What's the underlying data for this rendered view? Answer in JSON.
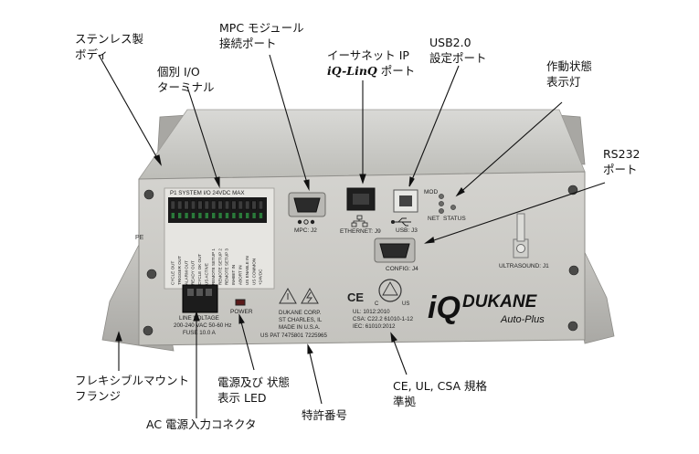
{
  "callouts": {
    "stainless_body": [
      "ステンレス製",
      "ボディ"
    ],
    "individual_io": [
      "個別 I/O",
      "ターミナル"
    ],
    "mpc_port": [
      "MPC モジュール",
      "接続ポート"
    ],
    "ethernet_ip": [
      "イーサネット IP"
    ],
    "iq_linq": "iQ-LinQ",
    "port_suffix": " ポート",
    "usb_port": [
      "USB2.0",
      "設定ポート"
    ],
    "status_lamp": [
      "作動状態",
      "表示灯"
    ],
    "rs232_port": [
      "RS232",
      "ポート"
    ],
    "flex_mount": [
      "フレキシブルマウント",
      "フランジ"
    ],
    "ac_connector": "AC 電源入力コネクタ",
    "power_led": [
      "電源及び 状態",
      "表示 LED"
    ],
    "patent": "特許番号",
    "cert": [
      "CE, UL, CSA 規格",
      "準拠"
    ]
  },
  "panel": {
    "p1_header": "P1 SYSTEM I/O  24VDC MAX",
    "io_pins": [
      "CYCLE OUT",
      "TRIGGER OUT",
      "ALARM OUT",
      "READY OUT",
      "CYCLE OK OUT",
      "US ACTIVE",
      "REMOTE SETUP 1",
      "REMOTE SETUP 2",
      "REMOTE SETUP 3",
      "INHIBIT IN",
      "ABORT IN",
      "US ENABLE IN",
      "US COMMON",
      "+24VDC"
    ],
    "pe": "PE",
    "mpc": "MPC: J2",
    "ethernet": "ETHERNET: J9",
    "usb": "USB: J3",
    "mod": "MOD",
    "net": "NET",
    "status": "STATUS",
    "config": "CONFIG: J4",
    "ultrasound": "ULTRASOUND: J1",
    "power": "POWER",
    "line_voltage": "LINE VOLTAGE",
    "voltage_range": "200-240 VAC 50-60 Hz",
    "fuse": "FUSE 10.0 A",
    "company": [
      "DUKANE CORP.",
      "ST CHARLES, IL",
      "MADE IN U.S.A."
    ],
    "patent_no": "US PAT 7475801 7225965",
    "ce": "CE",
    "c_mark": "C",
    "us_mark": "US",
    "standards": [
      "UL:  1012:2010",
      "CSA: C22.2 61010-1-12",
      "IEC:  61010:2012"
    ],
    "brand_iq": "iQ",
    "brand_name": "DUKANE",
    "brand_sub": "Auto-Plus"
  }
}
